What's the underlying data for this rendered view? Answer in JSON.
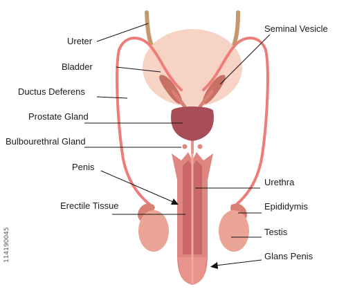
{
  "labels": {
    "ureter": "Ureter",
    "bladder": "Bladder",
    "ductus_deferens": "Ductus Deferens",
    "prostate_gland": "Prostate Gland",
    "bulbourethral_gland": "Bulbourethral Gland",
    "penis": "Penis",
    "erectile_tissue": "Erectile Tissue",
    "seminal_vesicle": "Seminal Vesicle",
    "urethra": "Urethra",
    "epididymis": "Epididymis",
    "testis": "Testis",
    "glans_penis": "Glans Penis"
  },
  "stock_id": "114190045",
  "colors": {
    "ureter": "#c49a6c",
    "bladder": "#f7d3c6",
    "duct": "#ee7c78",
    "prostate": "#a84e58",
    "gland_dark": "#c97065",
    "penis": "#e08680",
    "penis_core": "#c9676a",
    "testis": "#eba596"
  }
}
